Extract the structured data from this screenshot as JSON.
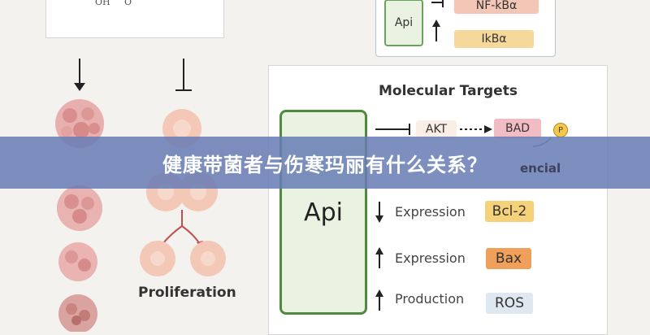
{
  "molecule": {
    "oh_label": "OH",
    "o_label": "O"
  },
  "nfkb_panel": {
    "api_label": "Api",
    "nfkb_label": "NF-kBα",
    "ikb_label": "IkBα",
    "nfkb_color": "#f3c6b6",
    "ikb_color": "#f5d89a"
  },
  "targets": {
    "title": "Molecular Targets",
    "api_label": "Api",
    "akt_label": "AKT",
    "bad_label": "BAD",
    "phospho_label": "P",
    "partial_word": "encial",
    "rows": [
      {
        "text": "Expression",
        "target": "Bcl-2",
        "color": "#f5d27a"
      },
      {
        "text": "Expression",
        "target": "Bax",
        "color": "#f0a05a"
      },
      {
        "text": "Production",
        "target": "ROS",
        "color": "#dfe8f1"
      }
    ]
  },
  "cells": {
    "label": "Proliferation"
  },
  "banner": {
    "text": "健康带菌者与伤寒玛丽有什么关系？"
  }
}
